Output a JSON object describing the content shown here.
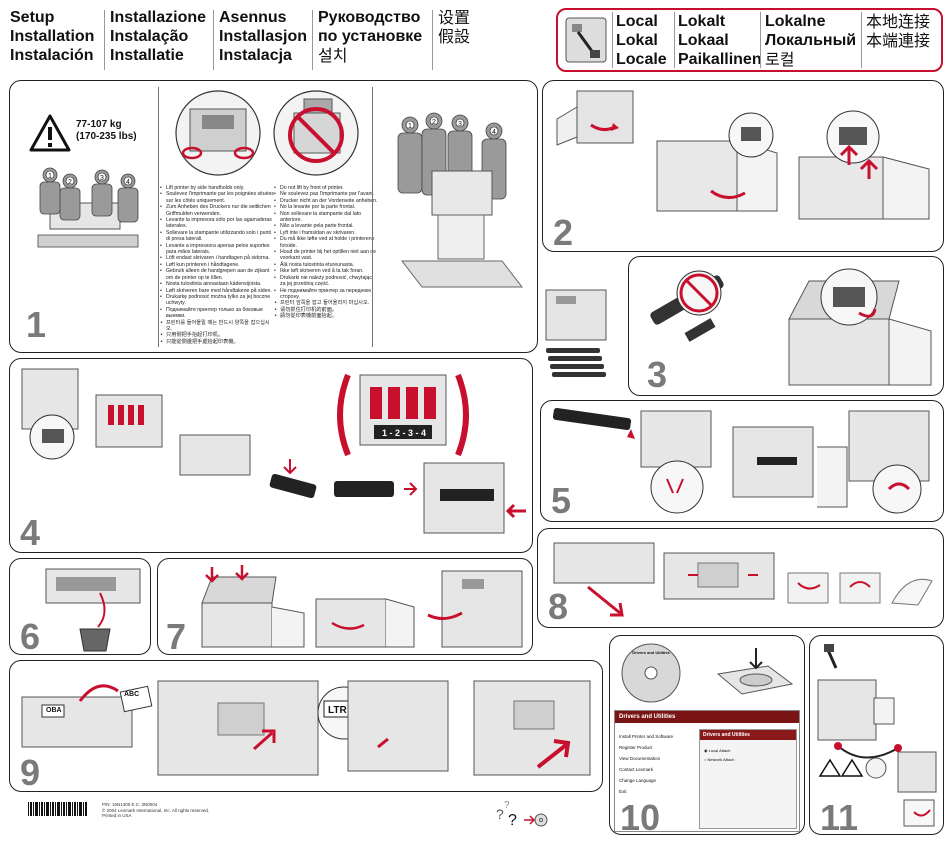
{
  "header": {
    "col1": [
      "Setup",
      "Installation",
      "Instalación"
    ],
    "col2": [
      "Installazione",
      "Instalação",
      "Installatie"
    ],
    "col3": [
      "Asennus",
      "Installasjon",
      "Instalacja"
    ],
    "col4": [
      "Руководство",
      "по установке",
      "설치"
    ],
    "col5": [
      "设置",
      "假設"
    ]
  },
  "local": {
    "col1": [
      "Local",
      "Lokal",
      "Locale"
    ],
    "col2": [
      "Lokalt",
      "Lokaal",
      "Paikallinen"
    ],
    "col3": [
      "Lokalne",
      "Локальный",
      "로컬"
    ],
    "col4": [
      "本地连接",
      "本端連接"
    ]
  },
  "step1": {
    "number": "1",
    "weight_kg": "77-107 kg",
    "weight_lbs": "(170-235 lbs)",
    "lift_instructions": [
      "Lift printer by side handholds only.",
      "Soulevez l'imprimante par les poignées situées sur les côtés uniquement.",
      "Zum Anheben des Druckers nur die seitlichen Griffmulden verwenden.",
      "Levante la impresora sólo por las agarraderas laterales.",
      "Sollevare la stampante utilizzando solo i punti di presa laterali.",
      "Levante a impressora apenas pelos suportes para mãos laterais.",
      "Löft endast skrivaren i handtagen på sidorna.",
      "Løft kun printeren i håndtagene.",
      "Gebruik alleen de handgrepen aan de zijkant om de printer op te tillen.",
      "Nosta tulostinta ainoastaan kädensijoista.",
      "Løft skriveren bare med håndtakene på siden.",
      "Drukarkę podnosić można tylko za jej boczne uchwyty.",
      "Поднимайте принтер только за боковые выемки.",
      "프린터를 들어올릴 때는 반드시 양쪽을 잡으십시오.",
      "只用侧把手抬起打印机。",
      "只能從側邊把手處抬起印表機。"
    ],
    "no_front_instructions": [
      "Do not lift by front of printer.",
      "Ne soulevez pas l'imprimante par l'avant.",
      "Drucker nicht an der Vorderseite anheben.",
      "No la levante por la parte frontal.",
      "Non sollevare la stampante dal lato anteriore.",
      "Não a levante pela parte frontal.",
      "Lyft inte i framsidan av skrivaren.",
      "Du må ikke løfte ved at holde i printerens forside.",
      "Houd de printer bij het optillen niet aan de voorkant vast.",
      "Älä nosta tulostinta etureunasta.",
      "Ikke løft skriveren ved å ta tak foran.",
      "Drukarki nie należy podnosić, chwytając za jej przednią część.",
      "Не поднимайте принтер за переднюю сторону.",
      "프린터 앞쪽을 잡고 들어올리지 마십시오.",
      "请勿抓住打印机的前面。",
      "請勿從印表機前面抬起。"
    ]
  },
  "steps": {
    "s2": "2",
    "s3": "3",
    "s4": "4",
    "s5": "5",
    "s6": "6",
    "s7": "7",
    "s8": "8",
    "s9": "9",
    "s10": "10",
    "s11": "11"
  },
  "step4": {
    "order_label": "1 - 2 - 3 - 4"
  },
  "step9": {
    "label_oba": "OBA",
    "label_abc": "ABC",
    "label_ltr": "LTR"
  },
  "step10": {
    "cd_title": "Drivers and Utilities",
    "window_title": "Drivers and Utilities",
    "menu": [
      "Install Printer and Software",
      "Register Product",
      "View Documentation",
      "Contact Lexmark",
      "Change Language",
      "Exit"
    ],
    "options": [
      "Local Attach",
      "Network Attach"
    ]
  },
  "footer": {
    "part_number": "P/N: 15N1300   E.C. 3N0004",
    "copyright": "© 2004 Lexmark International, Inc. All rights reserved.",
    "printed": "Printed in USA",
    "help_glyph": "?"
  },
  "colors": {
    "accent": "#c8102e",
    "step_number": "#7a7a7a",
    "line": "#222222"
  }
}
